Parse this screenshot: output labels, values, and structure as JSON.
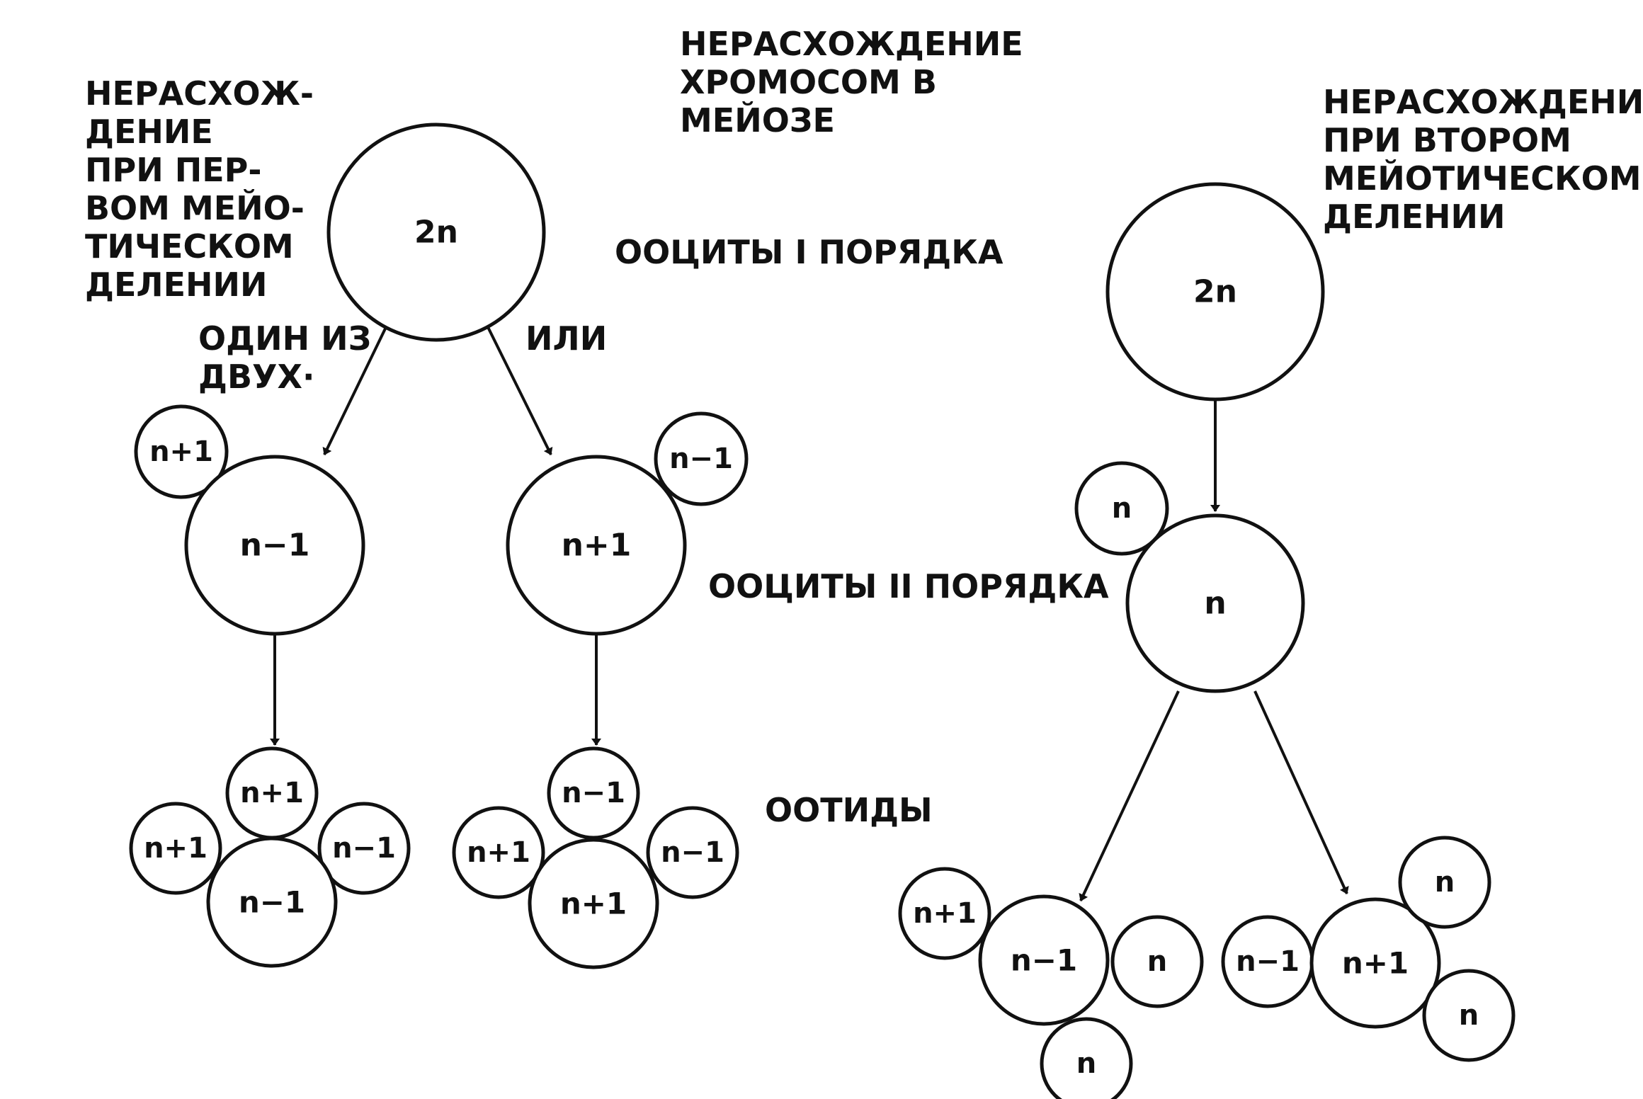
{
  "labels": {
    "title": [
      "НЕРАСХОЖДЕНИЕ",
      "ХРОМОСОМ В",
      "МЕЙОЗЕ"
    ],
    "first_division": [
      "НЕРАСХОЖ-",
      "ДЕНИЕ",
      "ПРИ ПЕР-",
      "ВОМ МЕЙО-",
      "ТИЧЕСКОМ",
      "ДЕЛЕНИИ"
    ],
    "second_division": [
      "НЕРАСХОЖДЕНИЕ",
      "ПРИ ВТОРОМ",
      "МЕЙОТИЧЕСКОМ",
      "ДЕЛЕНИИ"
    ],
    "one_of_two": [
      "ОДИН ИЗ",
      "ДВУХ·"
    ],
    "or": [
      "ИЛИ"
    ],
    "oocytes_1": [
      "ООЦИТЫ I ПОРЯДКА"
    ],
    "oocytes_2": [
      "ООЦИТЫ II ПОРЯДКА"
    ],
    "ootids": [
      "ООТИДЫ"
    ]
  },
  "cells": {
    "left_primary": "2n",
    "left_a_polar": "n+1",
    "left_a_secondary": "n−1",
    "left_a_ootid_top": "n+1",
    "left_a_ootid_left": "n+1",
    "left_a_ootid_right": "n−1",
    "left_a_ootid_main": "n−1",
    "left_b_polar": "n−1",
    "left_b_secondary": "n+1",
    "left_b_ootid_top": "n−1",
    "left_b_ootid_left": "n+1",
    "left_b_ootid_right": "n−1",
    "left_b_ootid_main": "n+1",
    "right_primary": "2n",
    "right_polar": "n",
    "right_secondary": "n",
    "right_a_ootid_left": "n+1",
    "right_a_ootid_main": "n−1",
    "right_a_ootid_right": "n",
    "right_a_ootid_bottom": "n",
    "right_b_ootid_left": "n−1",
    "right_b_ootid_main": "n+1",
    "right_b_ootid_top": "n",
    "right_b_ootid_bottom": "n"
  }
}
